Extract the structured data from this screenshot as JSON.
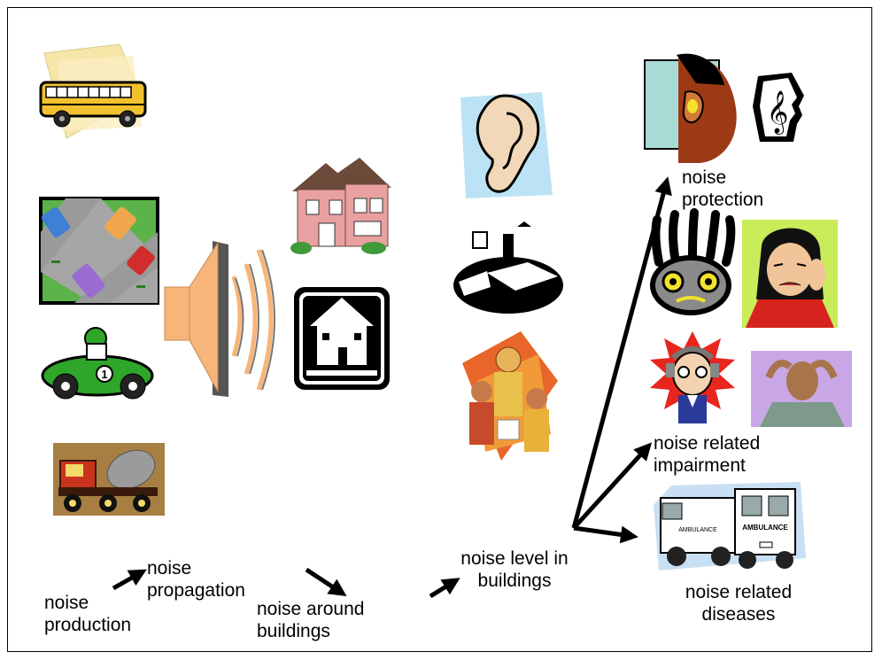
{
  "labels": {
    "production": "noise\nproduction",
    "propagation": "noise\npropagation",
    "around": "noise around\nbuildings",
    "level": "noise level in\nbuildings",
    "protection": "noise\nprotection",
    "impairment": "noise related\nimpairment",
    "diseases": "noise related\ndiseases"
  },
  "ambulance_text": "AMBULANCE",
  "car_number": "1",
  "colors": {
    "arrow": "#000000",
    "speaker": "#f7b57a",
    "grass": "#5bb34a",
    "road": "#9a9a9a",
    "bus": "#f2c12e"
  }
}
